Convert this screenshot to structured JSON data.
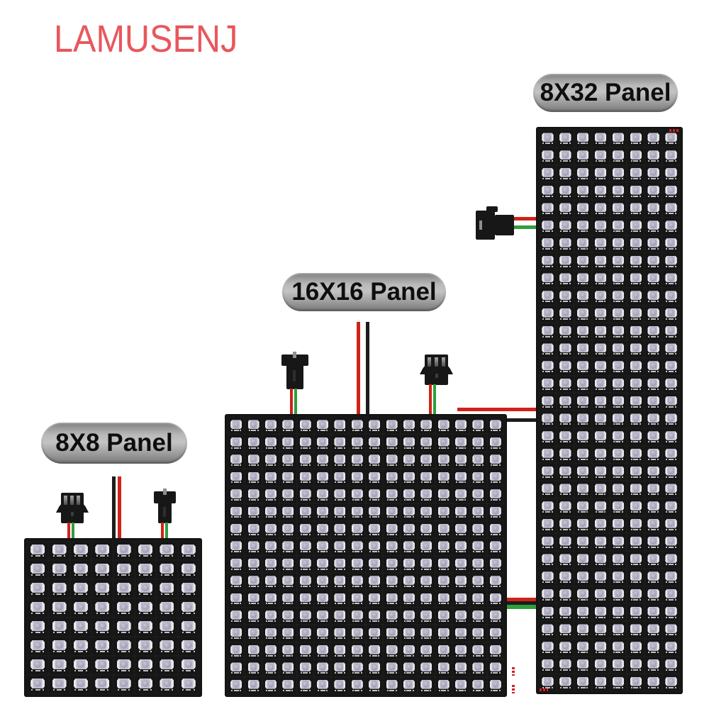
{
  "brand": {
    "name": "LAMUSENJ"
  },
  "badges": {
    "panel_8x32": {
      "label": "8X32 Panel"
    },
    "panel_16x16": {
      "label": "16X16 Panel"
    },
    "panel_8x8": {
      "label": "8X8 Panel"
    }
  },
  "panels": [
    {
      "name": "panel-8x32",
      "label": "8X32 Panel",
      "cols": 8,
      "rows": 32,
      "led_count": 256
    },
    {
      "name": "panel-16x16",
      "label": "16X16 Panel",
      "cols": 16,
      "rows": 16,
      "led_count": 256
    },
    {
      "name": "panel-8x8",
      "label": "8X8 Panel",
      "cols": 8,
      "rows": 8,
      "led_count": 64
    }
  ],
  "colors": {
    "brand_text": "#e8575c",
    "badge_fill": "#a9a9a9",
    "badge_text": "#0e0e0e",
    "pcb_black": "#161616",
    "led_pad": "#e9e9ec",
    "led_body": "#bfbccb",
    "led_lens": "#a49ebb",
    "wire_red": "#cf2318",
    "wire_green": "#2f9e3f",
    "wire_black": "#1c1c1c",
    "connector_black": "#171717",
    "pcb_marking_red": "#d42020"
  }
}
